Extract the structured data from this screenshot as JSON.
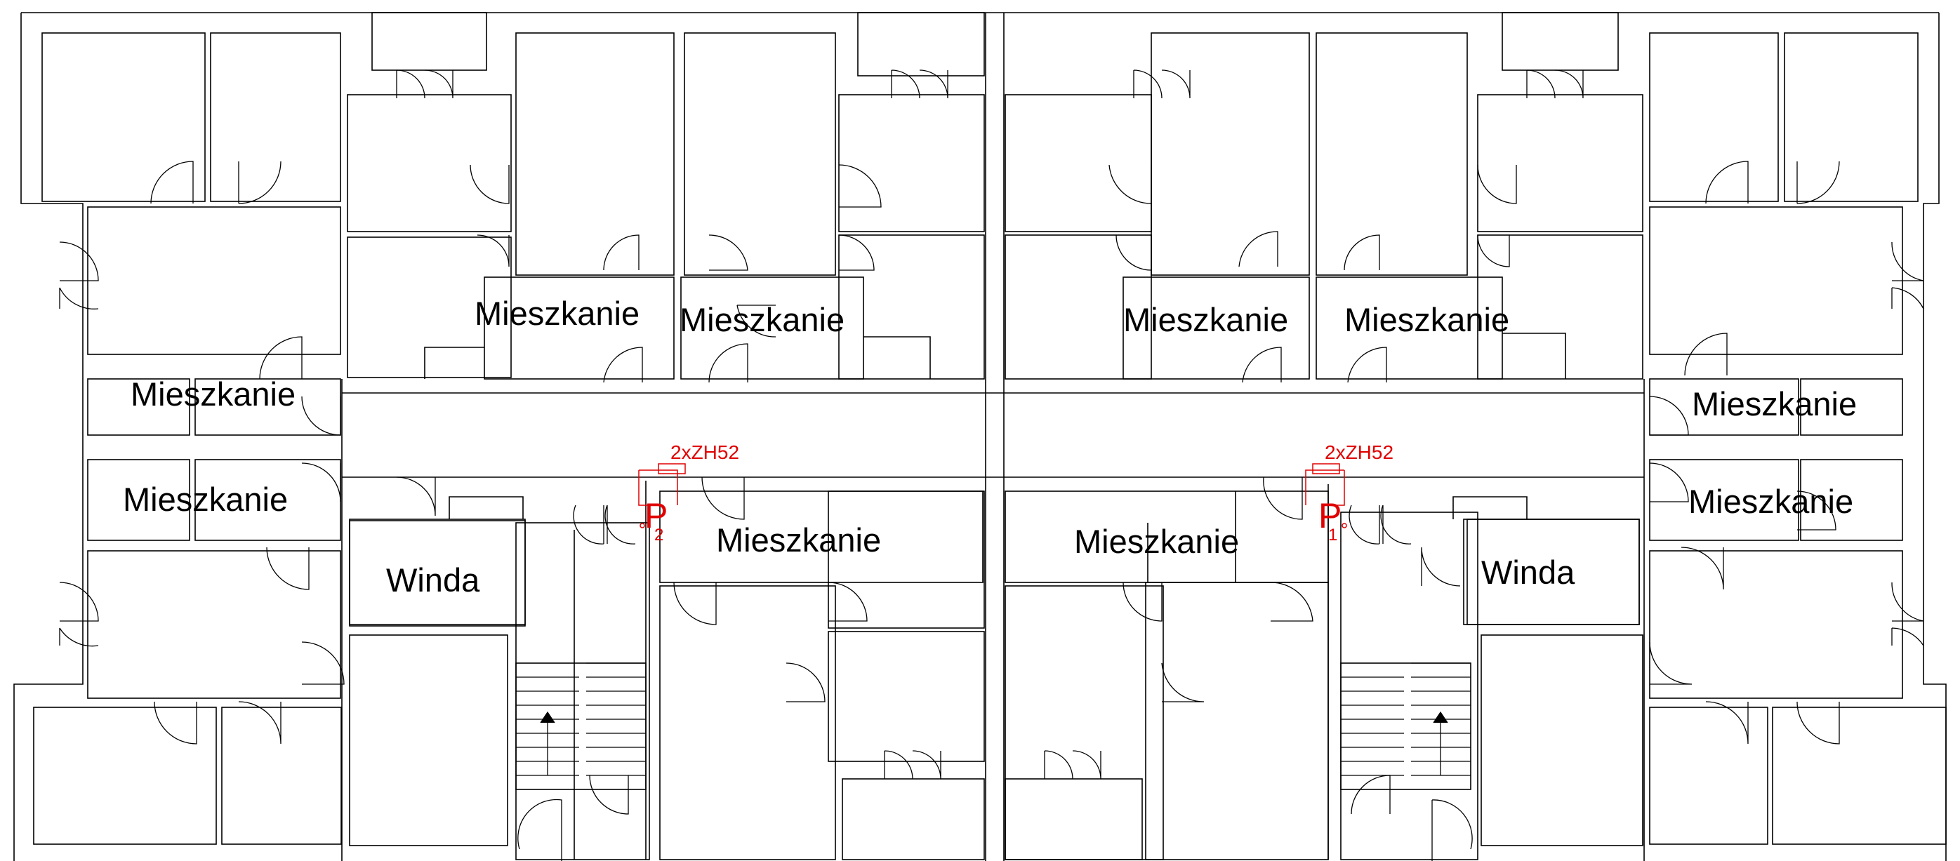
{
  "labels": {
    "apartment": "Mieszkanie",
    "elevator": "Winda"
  },
  "annotations": {
    "left_riser": "2xZH52",
    "right_riser": "2xZH52",
    "left_panel": "P",
    "left_panel_index": "2",
    "right_panel": "P",
    "right_panel_index": "1"
  },
  "colors": {
    "walls": "#000000",
    "electrical": "#e00000",
    "background": "#ffffff"
  }
}
